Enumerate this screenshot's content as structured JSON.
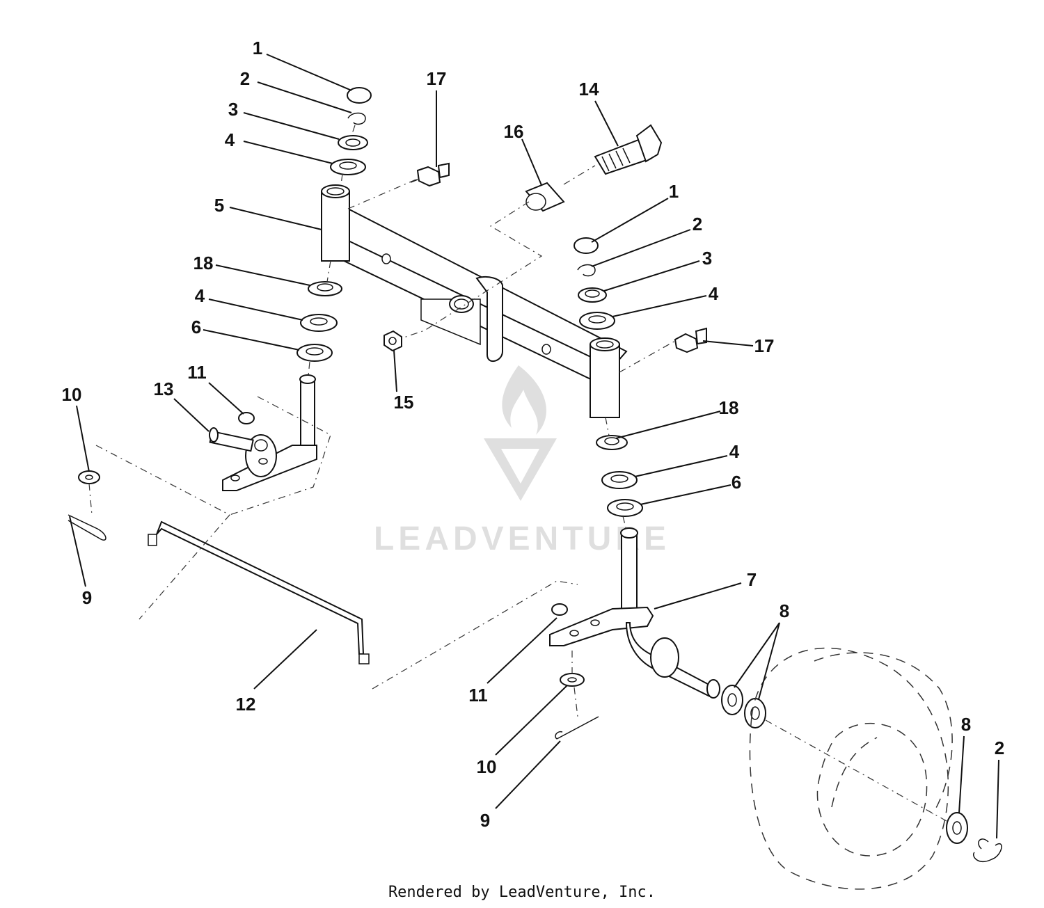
{
  "watermark": {
    "text": "LEADVENTURE"
  },
  "footer": {
    "text": "Rendered by LeadVenture, Inc."
  },
  "callouts": {
    "c1a": "1",
    "c2a": "2",
    "c3a": "3",
    "c4a": "4",
    "c5": "5",
    "c18a": "18",
    "c4b": "4",
    "c6a": "6",
    "c17a": "17",
    "c16": "16",
    "c14": "14",
    "c1b": "1",
    "c2b": "2",
    "c3b": "3",
    "c4c": "4",
    "c17b": "17",
    "c15": "15",
    "c11a": "11",
    "c13": "13",
    "c10a": "10",
    "c9a": "9",
    "c18b": "18",
    "c4d": "4",
    "c6b": "6",
    "c7": "7",
    "c8a": "8",
    "c11b": "11",
    "c12": "12",
    "c10b": "10",
    "c9b": "9",
    "c8b": "8",
    "c2c": "2"
  }
}
